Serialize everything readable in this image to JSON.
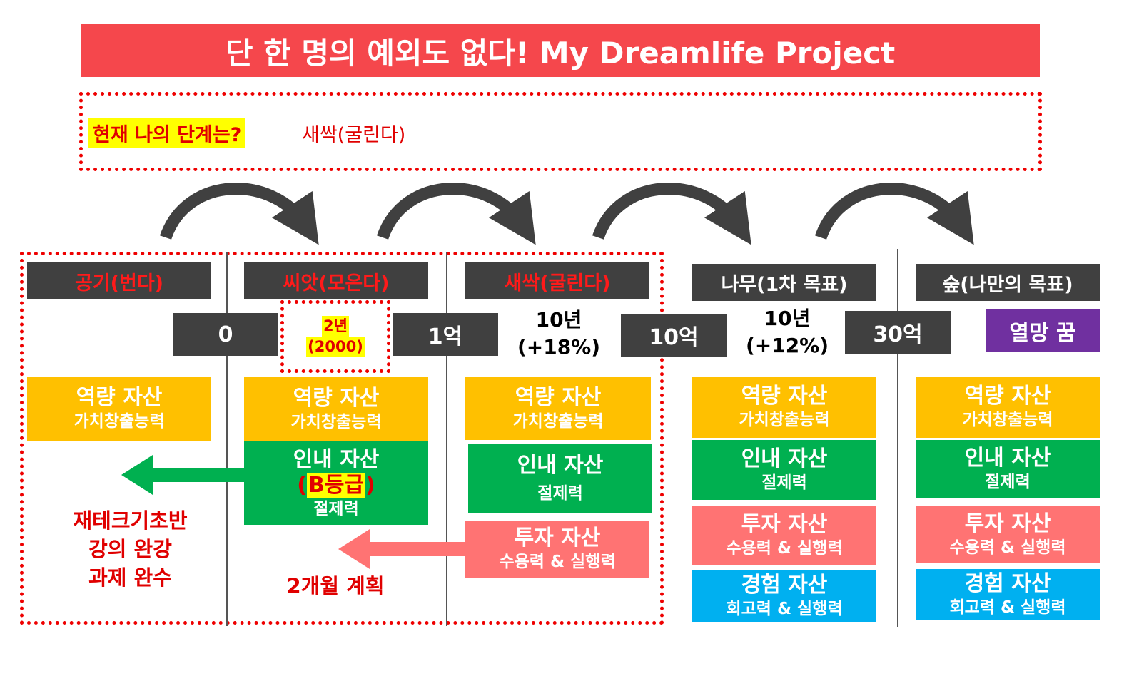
{
  "title": "단 한 명의 예외도 없다! My Dreamlife Project",
  "status": {
    "question": "현재 나의 단계는?",
    "answer": "새싹(굴린다)"
  },
  "stages": [
    {
      "label": "공기(번다)"
    },
    {
      "label": "씨앗(모은다)"
    },
    {
      "label": "새싹(굴린다)"
    },
    {
      "label": "나무(1차 목표)"
    },
    {
      "label": "숲(나만의 목표)"
    }
  ],
  "milestones": [
    "0",
    "1억",
    "10억",
    "30억",
    "열망 꿈"
  ],
  "period": {
    "years": "2년",
    "amount": "(2000)"
  },
  "growth": [
    {
      "years": "10년",
      "rate": "(+18%)"
    },
    {
      "years": "10년",
      "rate": "(+12%)"
    }
  ],
  "assets": {
    "capability": {
      "title": "역량 자산",
      "sub": "가치창출능력"
    },
    "patience": {
      "title": "인내 자산",
      "sub": "절제력",
      "grade_pre": "(",
      "grade": "B등급",
      "grade_post": ")"
    },
    "investment": {
      "title": "투자 자산",
      "sub": "수용력 & 실행력"
    },
    "experience": {
      "title": "경험 자산",
      "sub": "회고력 & 실행력"
    }
  },
  "notes": {
    "tasks": [
      "재테크기초반",
      "강의 완강",
      "과제 완수"
    ],
    "plan": "2개월 계획"
  },
  "colors": {
    "title_bg": "#f5474c",
    "dark": "#404040",
    "gold": "#ffc000",
    "green": "#00b050",
    "pink": "#ff7373",
    "blue": "#00b0f0",
    "purple": "#7030a0",
    "red": "#e00000",
    "highlight": "#ffff00"
  }
}
